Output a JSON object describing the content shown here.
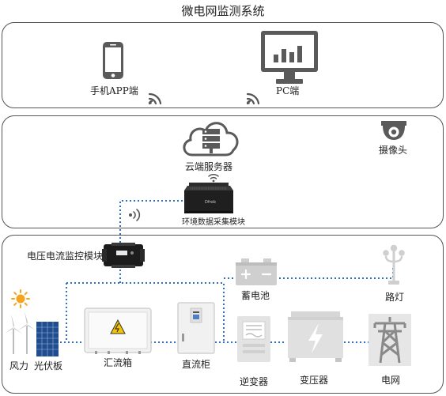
{
  "title": "微电网监测系统",
  "top": {
    "phone_label": "手机APP端",
    "pc_label": "PC端"
  },
  "middle": {
    "cloud_label": "云端服务器",
    "camera_label": "摄像头",
    "env_module_label": "环境数据采集模块",
    "env_module_brand": "Dfrob"
  },
  "bottom": {
    "vc_monitor_label": "电压电流监控模块",
    "battery_label": "蓄电池",
    "streetlight_label": "路灯",
    "wind_label": "风力",
    "pv_label": "光伏板",
    "combiner_label": "汇流箱",
    "dc_cabinet_label": "直流柜",
    "inverter_label": "逆变器",
    "transformer_label": "变压器",
    "grid_label": "电网"
  },
  "colors": {
    "link_blue": "#2f6fc4",
    "sun": "#f5a41f",
    "icon_gray": "#5a5a5a",
    "panel_border": "#555555"
  }
}
